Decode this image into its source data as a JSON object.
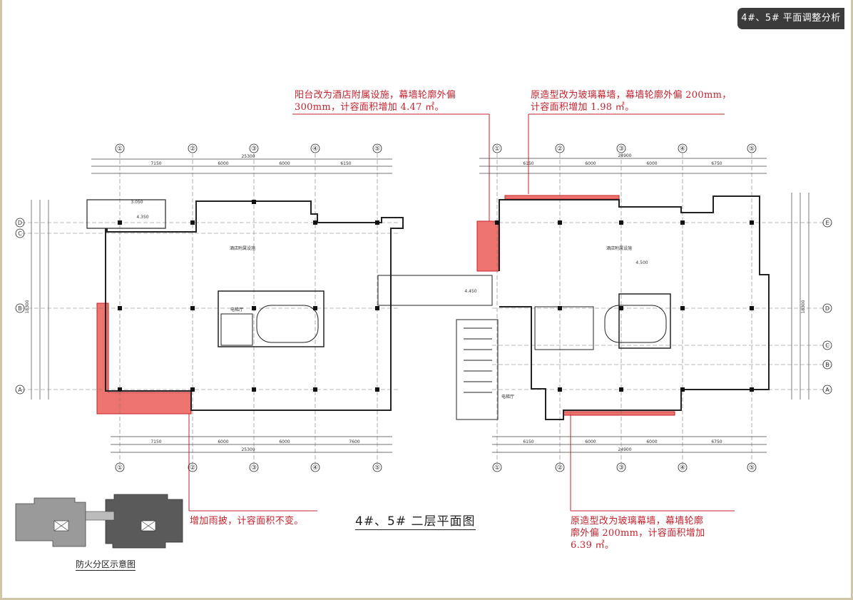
{
  "header": {
    "title": "4#、5# 平面调整分析"
  },
  "plan_title": "4#、5# 二层平面图",
  "zone_title": "防火分区示意图",
  "notes": {
    "top_left": "阳台改为酒店附属设施，幕墙轮廓外偏\n300mm，计容面积增加 4.47 ㎡。",
    "top_right": "原造型改为玻璃幕墙，幕墙轮廓外偏 200mm，\n计容面积增加 1.98 ㎡。",
    "bottom_left": "增加雨披，计容面积不变。",
    "bottom_right": "原造型改为玻璃幕墙，幕墙轮廓\n廓外偏 200mm，计容面积增加\n6.39 ㎡。"
  },
  "left_plan": {
    "axes": [
      "①",
      "②",
      "③",
      "④",
      "⑤"
    ],
    "rows": [
      "D",
      "C",
      "B",
      "A"
    ],
    "top_total": "25300",
    "top_spans": [
      "7150",
      "6000",
      "6000",
      "6150"
    ],
    "bottom_total": "25300",
    "bottom_spans": [
      "7150",
      "6000",
      "6000",
      "7600"
    ],
    "room_label": "酒店附属设施",
    "elev_a": "4.350",
    "elev_b": "3.050",
    "lift_label": "电梯厅",
    "side_total": "18300"
  },
  "right_plan": {
    "axes": [
      "①",
      "②",
      "③",
      "④",
      "⑤"
    ],
    "rows": [
      "E",
      "D",
      "C",
      "B",
      "A"
    ],
    "top_total": "24900",
    "top_spans": [
      "6150",
      "6000",
      "6000",
      "6750"
    ],
    "bottom_total": "24900",
    "bottom_spans": [
      "6150",
      "6000",
      "6000",
      "6750"
    ],
    "room_label": "酒店附属设施",
    "elev_a": "4.500",
    "elev_b": "4.450",
    "lift_label": "电梯厅",
    "side_total": "18300"
  },
  "colors": {
    "highlight": "#e8473f",
    "note_text": "#c4222d"
  }
}
